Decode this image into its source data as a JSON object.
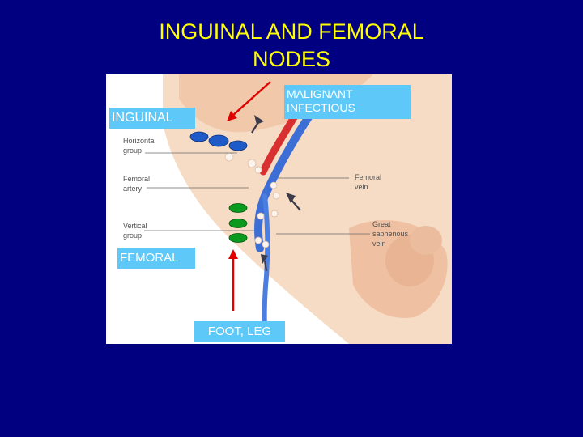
{
  "title": {
    "line1": "INGUINAL AND FEMORAL",
    "line2": "NODES"
  },
  "figure_labels": {
    "horizontal_group": [
      "Horizontal",
      "group"
    ],
    "femoral_artery": [
      "Femoral",
      "artery"
    ],
    "vertical_group": [
      "Vertical",
      "group"
    ],
    "femoral_vein": [
      "Femoral",
      "vein"
    ],
    "great_saphenous_vein": [
      "Great",
      "saphenous",
      "vein"
    ]
  },
  "callouts": {
    "inguinal": "INGUINAL",
    "malignant": "MALIGNANT",
    "infectious": "INFECTIOUS",
    "femoral": "FEMORAL",
    "foot_leg": "FOOT, LEG"
  },
  "colors": {
    "background": "#000080",
    "title": "#ffff00",
    "callout_box": "#5ec8f8",
    "inguinal_nodes": "#1e5ac8",
    "femoral_nodes": "#0a9a1e",
    "arrows": "#e00000"
  }
}
